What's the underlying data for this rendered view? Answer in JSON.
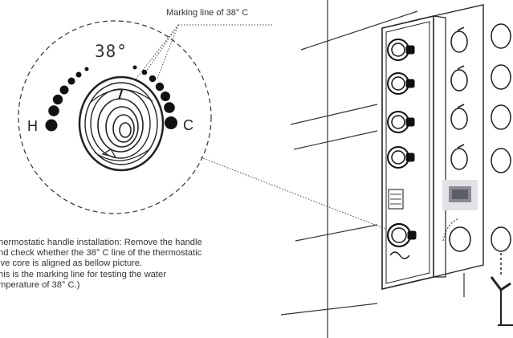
{
  "callout": {
    "text": "Marking line of 38° C"
  },
  "dial": {
    "temperature": "38°",
    "hot_label": "H",
    "cold_label": "C"
  },
  "instructions": {
    "lines": [
      "hermostatic handle installation:  Remove the handle",
      "nd check whether the 38° C line of the thermostatic",
      "lve core is aligned as bellow picture.",
      "his is the marking line for testing the water",
      "mperature of 38° C.)"
    ]
  }
}
